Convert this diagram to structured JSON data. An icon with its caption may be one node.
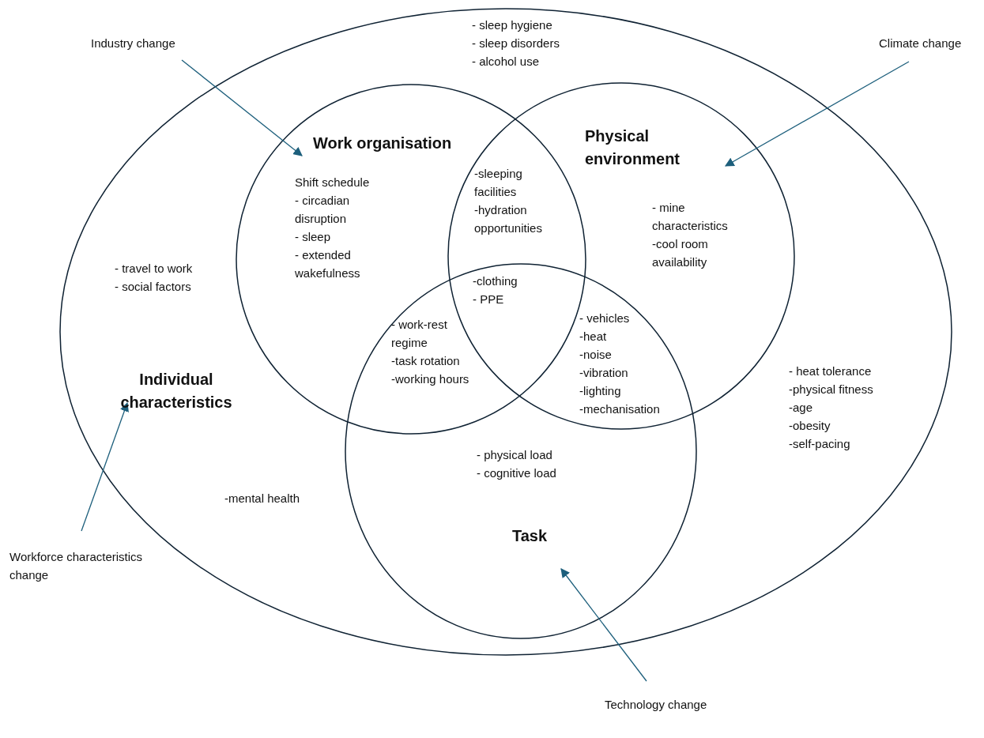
{
  "diagram": {
    "nodes": [
      {
        "text": [
          "Individual characteristics",
          "- sleep hygiene - sleep disorders - alcohol use",
          "- travel to work - social factors",
          "-mental health",
          "- heat tolerance -physical fitness -age -obesity -self-pacing"
        ]
      },
      {
        "text": [
          "Work organisation",
          "Shift schedule - circadian disruption - sleep - extended wakefulness"
        ],
        "in": 0
      },
      {
        "text": [
          "Physical environment",
          "- mine characteristics -cool room availability"
        ],
        "in": 0
      },
      {
        "text": [
          "- physical load - cognitive load",
          "Task"
        ],
        "in": 0
      },
      {
        "text": [
          "Industry change"
        ]
      },
      {
        "text": [
          "Climate change"
        ]
      },
      {
        "text": [
          "Workforce characteristics change"
        ]
      },
      {
        "text": [
          "Technology change"
        ]
      }
    ],
    "edges": [
      {
        "from": 4,
        "to": 1,
        "arrow": "to"
      },
      {
        "from": 5,
        "to": 2,
        "arrow": "to"
      },
      {
        "from": 6,
        "to": 0,
        "arrow": "to"
      },
      {
        "from": 7,
        "to": 3,
        "arrow": "to"
      }
    ],
    "labels": [
      "-sleeping facilities -hydration opportunities",
      "-clothing - PPE",
      "- work-rest regime -task rotation -working hours",
      "- vehicles -heat -noise -vibration -lighting -mechanisation"
    ]
  }
}
